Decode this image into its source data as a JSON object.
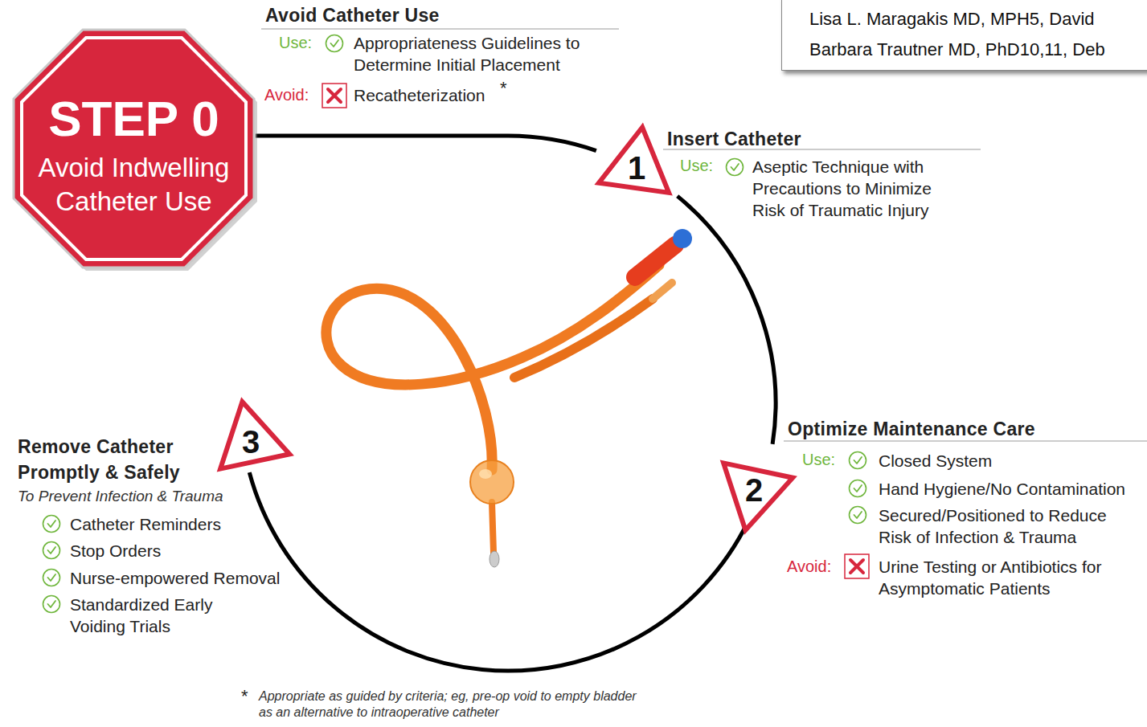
{
  "diagram": {
    "nodes": [
      {
        "text": [
          "STEP 0",
          "Avoid Indwelling Catheter Use"
        ]
      },
      {
        "text": [
          "Lisa L. Maragakis MD, MPH5, David Barbara Trautner MD, PhD10,11, Deb"
        ]
      },
      {
        "text": [
          "1"
        ]
      },
      {
        "text": [
          "2"
        ]
      },
      {
        "text": [
          "3"
        ]
      }
    ],
    "edges": [
      {
        "from": 0,
        "to": 2,
        "arrow": "none"
      },
      {
        "from": 2,
        "to": 3,
        "arrow": "none"
      },
      {
        "from": 3,
        "to": 4,
        "arrow": "none"
      }
    ],
    "labels": [
      "Avoid Catheter Use",
      "Use:",
      "Appropriateness Guidelines to Determine Initial Placement",
      "Avoid:",
      "Recatheterization",
      "*",
      "Insert Catheter",
      "Use:",
      "Aseptic Technique with Precautions to Minimize Risk of Traumatic Injury",
      "Optimize Maintenance Care",
      "Use:",
      "Closed System",
      "Hand Hygiene/No Contamination",
      "Secured/Positioned to Reduce Risk of Infection & Trauma",
      "Avoid:",
      "Urine Testing or Antibiotics for Asymptomatic Patients",
      "Remove Catheter Promptly & Safely",
      "To Prevent Infection & Trauma",
      "Catheter Reminders",
      "Stop Orders",
      "Nurse-empowered Removal",
      "Standardized Early Voiding Trials",
      "*",
      "Appropriate as guided by criteria; eg, pre-op void to empty bladder as an alternative to intraoperative catheter"
    ]
  }
}
